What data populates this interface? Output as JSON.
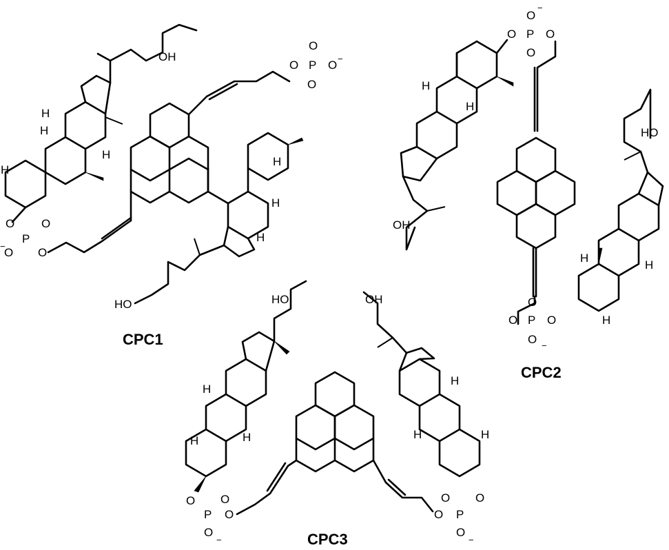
{
  "compounds": [
    {
      "id": "cpc1",
      "label": "CPC1"
    },
    {
      "id": "cpc2",
      "label": "CPC2"
    },
    {
      "id": "cpc3",
      "label": "CPC3"
    }
  ],
  "atoms": {
    "oh": "OH",
    "ho": "HO",
    "o": "O",
    "p": "P",
    "h": "H",
    "minus": "−"
  }
}
